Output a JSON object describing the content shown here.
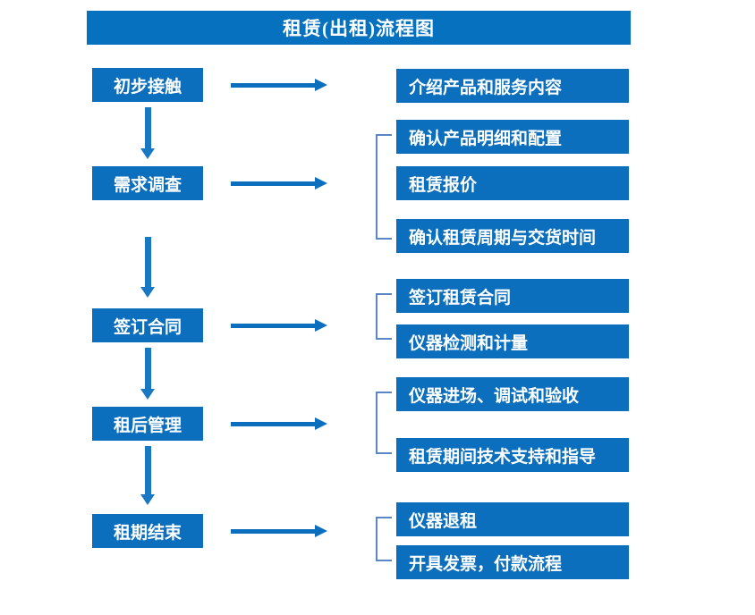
{
  "diagram": {
    "title": "租赁(出租)流程图",
    "colors": {
      "title_bar": "#0571BF",
      "node_fill": "#0C6FBE",
      "node_text": "#FFFFFF",
      "arrow": "#0C6FBE",
      "vertical_arrow": "#1878C4",
      "bracket": "#5B86C4",
      "background": "#FFFFFF"
    },
    "stages": [
      {
        "id": "stage-1",
        "label": "初步接触",
        "grouped": false,
        "details": [
          {
            "label": "介绍产品和服务内容"
          }
        ]
      },
      {
        "id": "stage-2",
        "label": "需求调查",
        "grouped": true,
        "details": [
          {
            "label": "确认产品明细和配置"
          },
          {
            "label": "租赁报价"
          },
          {
            "label": "确认租赁周期与交货时间"
          }
        ]
      },
      {
        "id": "stage-3",
        "label": "签订合同",
        "grouped": true,
        "details": [
          {
            "label": "签订租赁合同"
          },
          {
            "label": "仪器检测和计量"
          }
        ]
      },
      {
        "id": "stage-4",
        "label": "租后管理",
        "grouped": true,
        "details": [
          {
            "label": "仪器进场、调试和验收"
          },
          {
            "label": "租赁期间技术支持和指导"
          }
        ]
      },
      {
        "id": "stage-5",
        "label": "租期结束",
        "grouped": true,
        "details": [
          {
            "label": "仪器退租"
          },
          {
            "label": "开具发票，付款流程"
          }
        ]
      }
    ]
  }
}
